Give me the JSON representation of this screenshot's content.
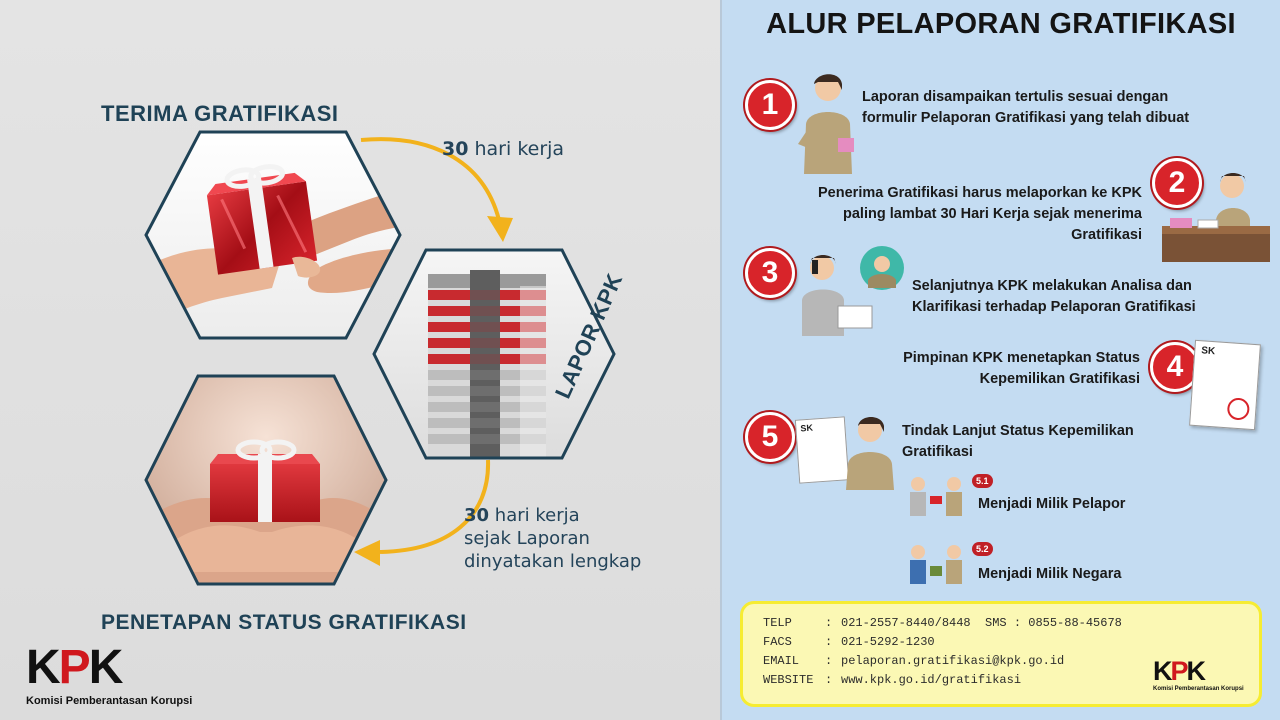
{
  "left": {
    "terima": "TERIMA GRATIFIKASI",
    "days_top_num": "30",
    "days_top_text": "hari kerja",
    "lapor": "LAPOR KPK",
    "days_bottom_num": "30",
    "days_bottom_l1": "hari kerja",
    "days_bottom_l2": "sejak Laporan",
    "days_bottom_l3": "dinyatakan lengkap",
    "penetapan": "PENETAPAN STATUS GRATIFIKASI",
    "logo_kpk": "K",
    "logo_kpk_p": "P",
    "logo_kpk_k2": "K",
    "logo_sub": "Komisi Pemberantasan Korupsi"
  },
  "right": {
    "title": "ALUR PELAPORAN GRATIFIKASI",
    "steps": [
      {
        "num": "1",
        "l1": "Laporan disampaikan tertulis sesuai dengan",
        "l2": "formulir Pelaporan Gratifikasi yang telah dibuat"
      },
      {
        "num": "2",
        "l1": "Penerima Gratifikasi harus melaporkan ke KPK",
        "l2": "paling lambat 30 Hari Kerja sejak menerima",
        "l3": "Gratifikasi"
      },
      {
        "num": "3",
        "l1": "Selanjutnya KPK melakukan Analisa dan",
        "l2": "Klarifikasi terhadap Pelaporan Gratifikasi"
      },
      {
        "num": "4",
        "l1": "Pimpinan KPK menetapkan Status",
        "l2": "Kepemilikan Gratifikasi"
      },
      {
        "num": "5",
        "l1": "Tindak Lanjut Status Kepemilikan",
        "l2": "Gratifikasi"
      }
    ],
    "sub1_badge": "5.1",
    "sub1_text": "Menjadi Milik Pelapor",
    "sub2_badge": "5.2",
    "sub2_text": "Menjadi Milik Negara",
    "doc_sk": "SK",
    "doc_sk2": "SK",
    "contact": {
      "telp_label": "TELP",
      "telp_value": "021-2557-8440/8448",
      "sms_label": "SMS",
      "sms_value": "0855-88-45678",
      "facs_label": "FACS",
      "facs_value": "021-5292-1230",
      "email_label": "EMAIL",
      "email_value": "pelaporan.gratifikasi@kpk.go.id",
      "website_label": "WEBSITE",
      "website_value": "www.kpk.go.id/gratifikasi",
      "sep": ":"
    },
    "logo_kpk": "K",
    "logo_kpk_p": "P",
    "logo_kpk_k2": "K",
    "logo_sub": "Komisi Pemberantasan Korupsi"
  },
  "colors": {
    "accent_red": "#d8242a",
    "navy": "#1f4256",
    "panel_blue": "#c4dcf2",
    "arrow_yellow": "#f2b21c",
    "contact_bg": "#fbf8b4"
  }
}
